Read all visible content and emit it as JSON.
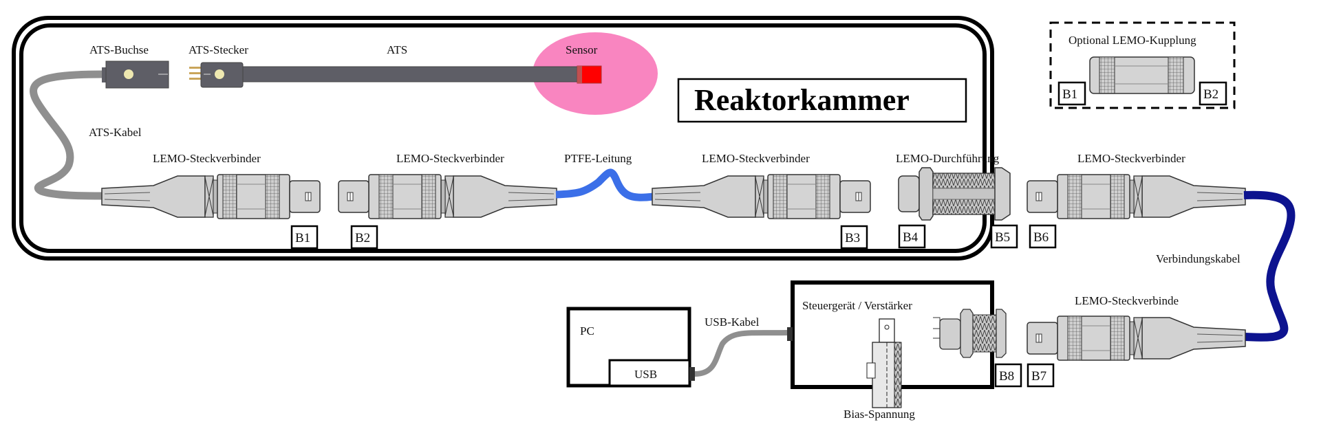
{
  "chamber": {
    "title": "Reaktorkammer"
  },
  "labels": {
    "ats_buchse": "ATS-Buchse",
    "ats_stecker": "ATS-Stecker",
    "ats": "ATS",
    "sensor": "Sensor",
    "ats_kabel": "ATS-Kabel",
    "lemo_1": "LEMO-Steckverbinder",
    "lemo_2": "LEMO-Steckverbinder",
    "ptfe": "PTFE-Leitung",
    "lemo_3": "LEMO-Steckverbinder",
    "durchfuehrung": "LEMO-Durchführung",
    "lemo_4": "LEMO-Steckverbinder",
    "verbindungskabel": "Verbindungskabel",
    "lemo_5": "LEMO-Steckverbinde",
    "pc": "PC",
    "usb": "USB",
    "usb_kabel": "USB-Kabel",
    "steuergeraet": "Steuergerät / Verstärker",
    "bias": "Bias-Spannung"
  },
  "optional": {
    "title": "Optional LEMO-Kupplung",
    "b_left": "B1",
    "b_right": "B2"
  },
  "tags": [
    "B1",
    "B2",
    "B3",
    "B4",
    "B5",
    "B6",
    "B7",
    "B8"
  ],
  "colors": {
    "sensor_zone": "#f985c0",
    "sensor_tip": "#ff0000",
    "ptfe_cable": "#3b6fe8",
    "connection_cable": "#0d138f",
    "ats_cable": "#8f8f8f",
    "ats_body": "#5e5e66"
  }
}
